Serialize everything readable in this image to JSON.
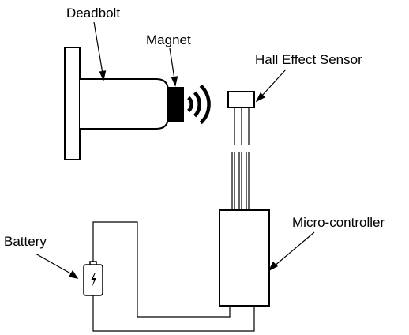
{
  "labels": {
    "deadbolt": "Deadbolt",
    "magnet": "Magnet",
    "hall_sensor": "Hall Effect Sensor",
    "microcontroller": "Micro-controller",
    "battery": "Battery"
  },
  "colors": {
    "stroke": "#000000",
    "background": "#ffffff"
  },
  "icons": {
    "battery": "battery-charging-icon",
    "wireless": "wireless-signal-icon"
  }
}
